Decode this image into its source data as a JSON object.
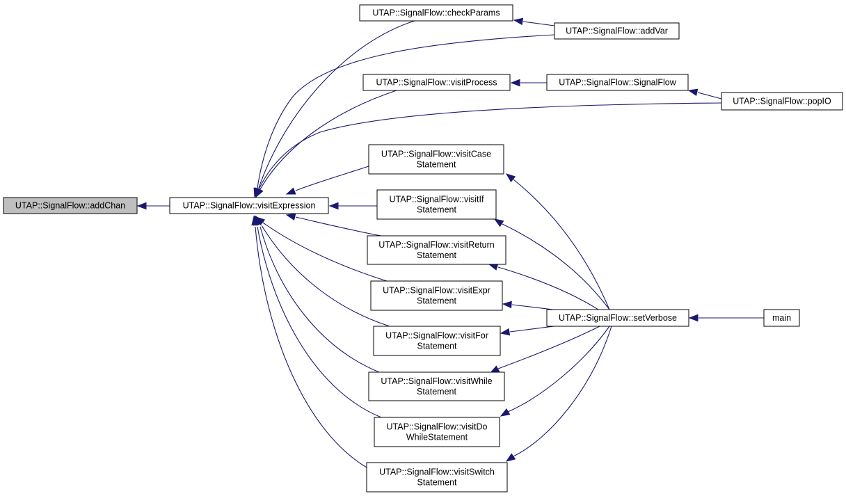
{
  "graph": {
    "colors": {
      "edge": "#191970",
      "node_border": "#000000",
      "node_fill": "#ffffff",
      "focus_fill": "#bfbfbf"
    },
    "nodes": [
      {
        "id": "addChan",
        "lines": [
          "UTAP::SignalFlow::addChan"
        ],
        "focus": true
      },
      {
        "id": "visitExpression",
        "lines": [
          "UTAP::SignalFlow::visitExpression"
        ]
      },
      {
        "id": "checkParams",
        "lines": [
          "UTAP::SignalFlow::checkParams"
        ]
      },
      {
        "id": "addVar",
        "lines": [
          "UTAP::SignalFlow::addVar"
        ]
      },
      {
        "id": "visitProcess",
        "lines": [
          "UTAP::SignalFlow::visitProcess"
        ]
      },
      {
        "id": "SignalFlow",
        "lines": [
          "UTAP::SignalFlow::SignalFlow"
        ]
      },
      {
        "id": "popIO",
        "lines": [
          "UTAP::SignalFlow::popIO"
        ]
      },
      {
        "id": "visitCase",
        "lines": [
          "UTAP::SignalFlow::visitCase",
          "Statement"
        ]
      },
      {
        "id": "visitIf",
        "lines": [
          "UTAP::SignalFlow::visitIf",
          "Statement"
        ]
      },
      {
        "id": "visitReturn",
        "lines": [
          "UTAP::SignalFlow::visitReturn",
          "Statement"
        ]
      },
      {
        "id": "visitExpr",
        "lines": [
          "UTAP::SignalFlow::visitExpr",
          "Statement"
        ]
      },
      {
        "id": "visitFor",
        "lines": [
          "UTAP::SignalFlow::visitFor",
          "Statement"
        ]
      },
      {
        "id": "visitWhile",
        "lines": [
          "UTAP::SignalFlow::visitWhile",
          "Statement"
        ]
      },
      {
        "id": "visitDoWhile",
        "lines": [
          "UTAP::SignalFlow::visitDo",
          "WhileStatement"
        ]
      },
      {
        "id": "visitSwitch",
        "lines": [
          "UTAP::SignalFlow::visitSwitch",
          "Statement"
        ]
      },
      {
        "id": "setVerbose",
        "lines": [
          "UTAP::SignalFlow::setVerbose"
        ]
      },
      {
        "id": "main",
        "lines": [
          "main"
        ]
      }
    ],
    "edges": [
      {
        "from": "visitExpression",
        "to": "addChan"
      },
      {
        "from": "checkParams",
        "to": "visitExpression"
      },
      {
        "from": "addVar",
        "to": "visitExpression"
      },
      {
        "from": "visitProcess",
        "to": "visitExpression"
      },
      {
        "from": "popIO",
        "to": "visitExpression"
      },
      {
        "from": "visitCase",
        "to": "visitExpression"
      },
      {
        "from": "visitIf",
        "to": "visitExpression"
      },
      {
        "from": "visitReturn",
        "to": "visitExpression"
      },
      {
        "from": "visitExpr",
        "to": "visitExpression"
      },
      {
        "from": "visitFor",
        "to": "visitExpression"
      },
      {
        "from": "visitWhile",
        "to": "visitExpression"
      },
      {
        "from": "visitDoWhile",
        "to": "visitExpression"
      },
      {
        "from": "visitSwitch",
        "to": "visitExpression"
      },
      {
        "from": "addVar",
        "to": "checkParams"
      },
      {
        "from": "SignalFlow",
        "to": "visitProcess"
      },
      {
        "from": "popIO",
        "to": "SignalFlow"
      },
      {
        "from": "setVerbose",
        "to": "visitCase"
      },
      {
        "from": "setVerbose",
        "to": "visitIf"
      },
      {
        "from": "setVerbose",
        "to": "visitReturn"
      },
      {
        "from": "setVerbose",
        "to": "visitExpr"
      },
      {
        "from": "setVerbose",
        "to": "visitFor"
      },
      {
        "from": "setVerbose",
        "to": "visitWhile"
      },
      {
        "from": "setVerbose",
        "to": "visitDoWhile"
      },
      {
        "from": "setVerbose",
        "to": "visitSwitch"
      },
      {
        "from": "main",
        "to": "setVerbose"
      }
    ]
  }
}
